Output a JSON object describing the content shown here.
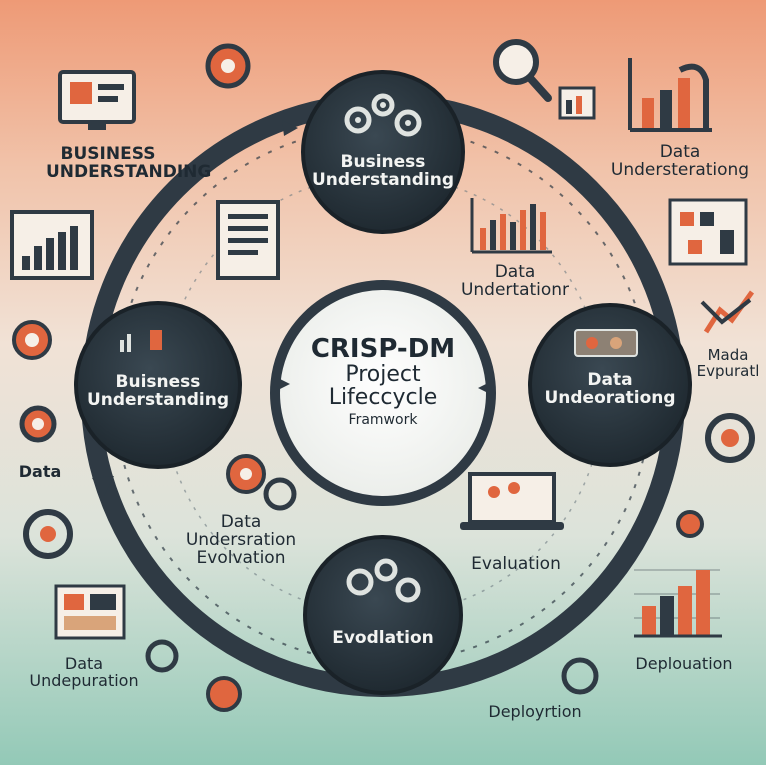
{
  "title": {
    "line1": "CRISP-DM",
    "line2": "Project",
    "line3": "Lifeccycle",
    "line4": "Framwork"
  },
  "nodes": {
    "top": {
      "line1": "Business",
      "line2": "Understanding"
    },
    "left": {
      "line1": "Buisness",
      "line2": "Understanding"
    },
    "right": {
      "line1": "Data",
      "line2": "Undeorationg"
    },
    "bottom": {
      "line1": "Evodlation"
    }
  },
  "labels": {
    "top_left": {
      "line1": "BUSINESS",
      "line2": "UNDERSTANDING"
    },
    "top_right": {
      "line1": "Data",
      "line2": "Understerationg"
    },
    "inner_upper": {
      "line1": "Data",
      "line2": "Undertationr"
    },
    "right_edge": {
      "line1": "Mada",
      "line2": "Evpuratl"
    },
    "left_edge": {
      "line1": "Data"
    },
    "inner_lower": {
      "line1": "Data",
      "line2": "Undersration",
      "line3": "Evolvation"
    },
    "evaluation": {
      "line1": "Evaluation"
    },
    "bottom_left": {
      "line1": "Data",
      "line2": "Undepuration"
    },
    "bottom_right": {
      "line1": "Deplouation"
    },
    "bottom_center": {
      "line1": "Deployrtion"
    }
  },
  "colors": {
    "ring": "#2f3a44",
    "node": "#26323b",
    "accent": "#e0663f",
    "teal": "#3d8f86"
  },
  "icons": [
    "monitor-icon",
    "gear-icon",
    "magnifier-icon",
    "bar-chart-icon",
    "document-icon",
    "laptop-icon",
    "target-icon"
  ]
}
